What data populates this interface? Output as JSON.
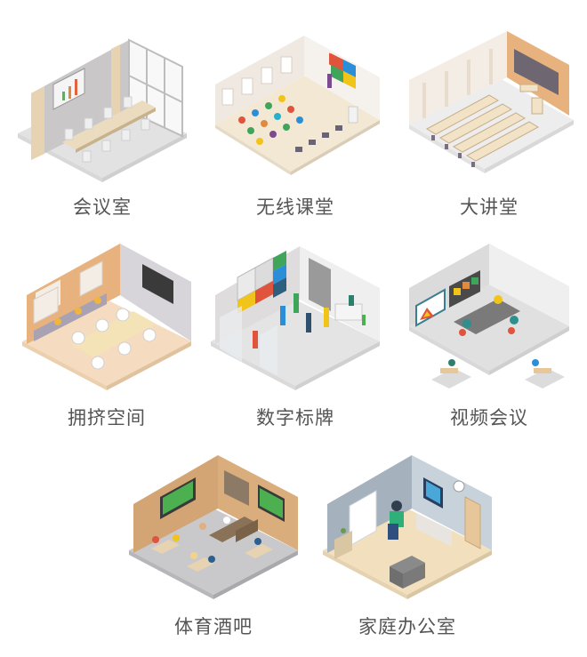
{
  "scenes": [
    {
      "label": "会议室",
      "icon": "conference-room-illustration"
    },
    {
      "label": "无线课堂",
      "icon": "wireless-classroom-illustration"
    },
    {
      "label": "大讲堂",
      "icon": "lecture-hall-illustration"
    },
    {
      "label": "拥挤空间",
      "icon": "huddle-space-illustration"
    },
    {
      "label": "数字标牌",
      "icon": "digital-signage-illustration"
    },
    {
      "label": "视频会议",
      "icon": "video-conference-illustration"
    },
    {
      "label": "体育酒吧",
      "icon": "sports-bar-illustration"
    },
    {
      "label": "家庭办公室",
      "icon": "home-office-illustration"
    }
  ],
  "colors": {
    "label_text": "#555555",
    "wall_gray": "#c9c7c8",
    "wood": "#e7d3b2",
    "orange_wall": "#e8b27e",
    "floor_gray": "#dcdcdc",
    "accent_green": "#3fa55b",
    "accent_teal": "#2f8f8f"
  }
}
